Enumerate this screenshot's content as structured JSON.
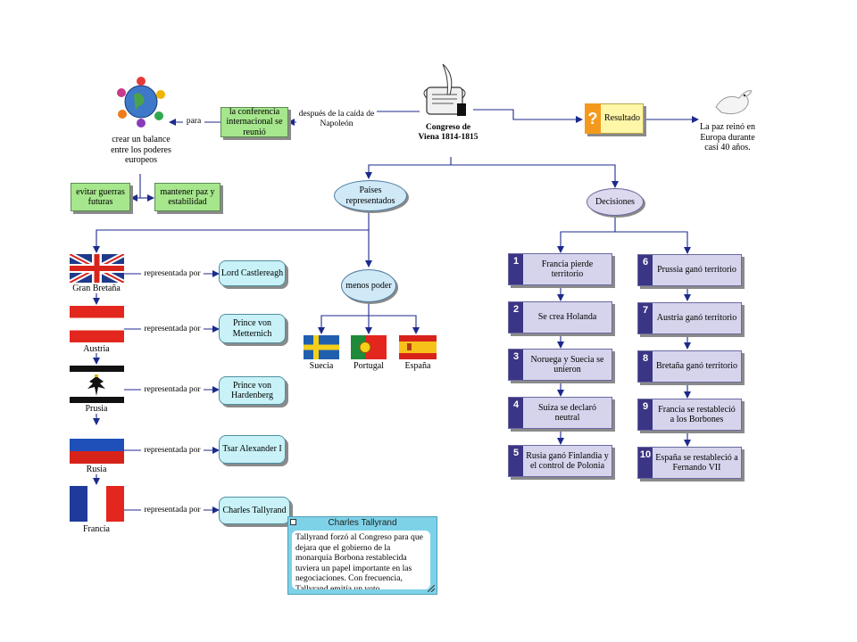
{
  "center": {
    "label": "Congreso de Viena 1814-1815"
  },
  "conference": {
    "label": "la conferencia internacional se reunió",
    "edge_label": "después de la caída de Napoleón"
  },
  "purpose": {
    "edge_label": "para",
    "label": "crear un balance entre los poderes europeos"
  },
  "goals": [
    "evitar guerras futuras",
    "mantener paz y estabilidad"
  ],
  "result": {
    "label": "Resultado",
    "outcome": "La paz reinó en Europa durante casi 40 años."
  },
  "represented": {
    "label": "Países representados"
  },
  "less_power": {
    "label": "menos poder",
    "countries": [
      "Suecia",
      "Portugal",
      "España"
    ]
  },
  "delegates": {
    "edge_label": "representada por",
    "rows": [
      {
        "country": "Gran Bretaña",
        "delegate": "Lord Castlereagh"
      },
      {
        "country": "Austria",
        "delegate": "Prince von Metternich"
      },
      {
        "country": "Prusia",
        "delegate": "Prince von Hardenberg"
      },
      {
        "country": "Rusia",
        "delegate": "Tsar Alexander I"
      },
      {
        "country": "Francia",
        "delegate": "Charles Tallyrand"
      }
    ]
  },
  "decisions": {
    "label": "Decisiones",
    "left": [
      {
        "n": "1",
        "text": "Francia pierde territorio"
      },
      {
        "n": "2",
        "text": "Se crea Holanda"
      },
      {
        "n": "3",
        "text": "Noruega y Suecia se unieron"
      },
      {
        "n": "4",
        "text": "Suiza se declaró neutral"
      },
      {
        "n": "5",
        "text": "Rusia ganó Finlandia y el control de Polonia"
      }
    ],
    "right": [
      {
        "n": "6",
        "text": "Prussia ganó territorio"
      },
      {
        "n": "7",
        "text": "Austria ganó territorio"
      },
      {
        "n": "8",
        "text": "Bretaña ganó territorio"
      },
      {
        "n": "9",
        "text": "Francia se restableció a los Borbones"
      },
      {
        "n": "10",
        "text": "España se restableció a Fernando VII"
      }
    ]
  },
  "popup": {
    "title": "Charles Tallyrand",
    "body": "Tallyrand forzó al Congreso para que dejara que el gobierno de la monarquía Borbona restablecida tuviera un papel importante en las negociaciones. Con frecuencia, Tallyrand emitía un voto"
  },
  "colors": {
    "line": "#1c2a8c",
    "decision_num": "#3a3585",
    "decision_box": "#d6d4ec",
    "green_box": "#a6e68c",
    "delegate_box": "#c8f2f8",
    "popup": "#7ed2e8"
  },
  "icons": [
    "quill-scroll-icon",
    "globe-people-icon",
    "dove-icon",
    "question-mark-icon"
  ]
}
